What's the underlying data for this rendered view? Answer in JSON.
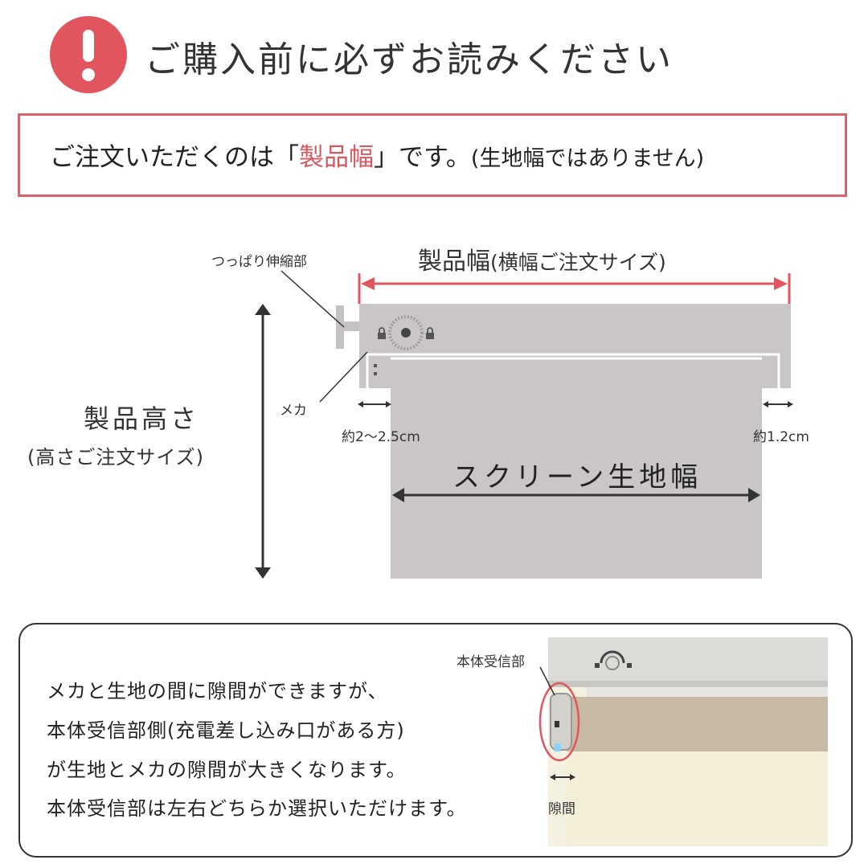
{
  "header": {
    "warning_symbol": "!",
    "title": "ご購入前に必ずお読みください"
  },
  "notice": {
    "before": "ご注文いただくのは「",
    "highlight": "製品幅",
    "after": "」です。",
    "note": "(生地幅ではありません)"
  },
  "diagram": {
    "width_label_main": "製品幅",
    "width_label_sub": "(横幅ご注文サイズ)",
    "tension_label": "つっぱり伸縮部",
    "mecha_label": "メカ",
    "height_label_main": "製品高さ",
    "height_label_sub": "(高さご注文サイズ)",
    "left_gap": "約2〜2.5cm",
    "right_gap": "約1.2cm",
    "screen_width_label": "スクリーン生地幅"
  },
  "info": {
    "lines": [
      "メカと生地の間に隙間ができますが、",
      "本体受信部側(充電差し込み口がある方)",
      "が生地とメカの隙間が大きくなります。",
      "本体受信部は左右どちらか選択いただけます。"
    ],
    "photo_receiver_label": "本体受信部",
    "photo_gap_label": "隙間"
  },
  "colors": {
    "accent": "#e1555f",
    "product_gray": "#cbc6c6",
    "text": "#333333"
  }
}
